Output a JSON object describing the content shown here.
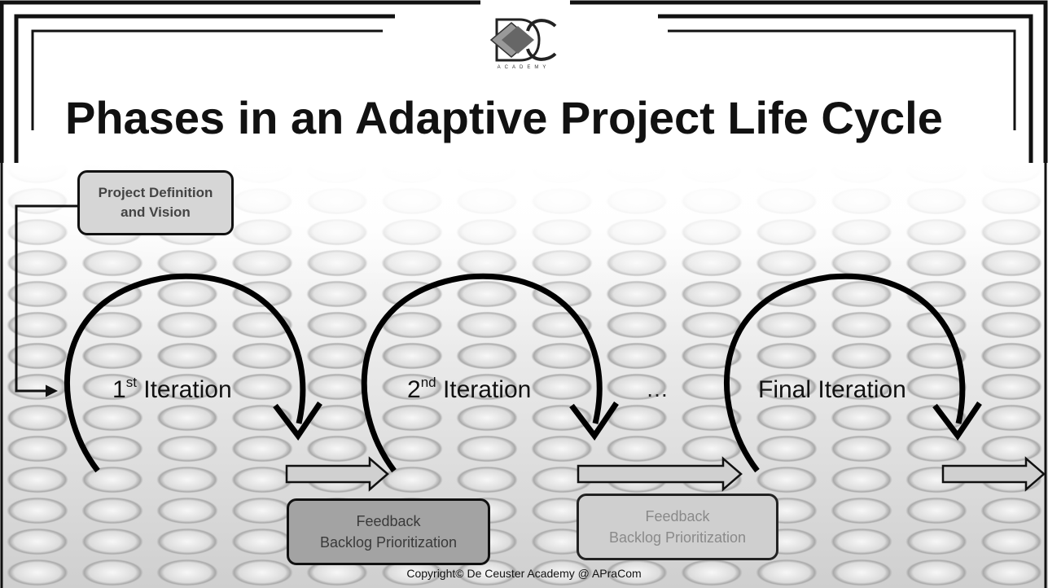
{
  "title": "Phases in an Adaptive Project Life Cycle",
  "logo": {
    "text": "ACADEMY"
  },
  "project_box": {
    "line1": "Project Definition",
    "line2": "and Vision"
  },
  "iterations": [
    {
      "main": "1",
      "sup": "st",
      "rest": " Iteration"
    },
    {
      "main": "2",
      "sup": "nd",
      "rest": " Iteration"
    },
    {
      "label": "Final Iteration"
    }
  ],
  "ellipsis": "…",
  "feedback_boxes": [
    {
      "line1": "Feedback",
      "line2": "Backlog Prioritization"
    },
    {
      "line1": "Feedback",
      "line2": "Backlog Prioritization"
    }
  ],
  "copyright": "Copyright© De Ceuster Academy @ APraCom",
  "colors": {
    "frame": "#111111",
    "box_definition": "#d6d6d6",
    "box_feedback_dark": "#a3a3a3",
    "box_feedback_light": "#cfcfcf"
  }
}
